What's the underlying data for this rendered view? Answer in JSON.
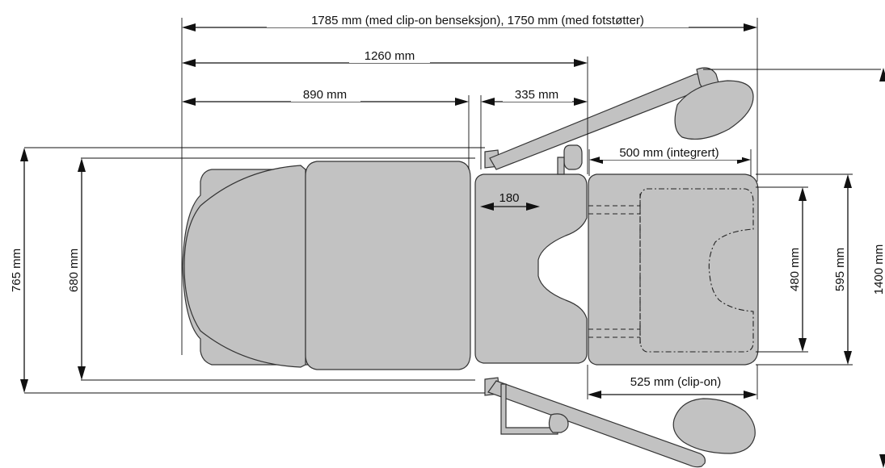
{
  "dimensions": {
    "total_length": "1785 mm (med clip-on benseksjon), 1750 mm (med fotstøtter)",
    "length_1260": "1260 mm",
    "seat_back": "890 mm",
    "seat": "335 mm",
    "integrated_leg": "500 mm (integrert)",
    "clip_on_leg": "525 mm (clip-on)",
    "cutout": "180",
    "width_765": "765 mm",
    "width_680": "680 mm",
    "width_480": "480 mm",
    "width_595": "595 mm",
    "width_1400": "1400 mm"
  }
}
